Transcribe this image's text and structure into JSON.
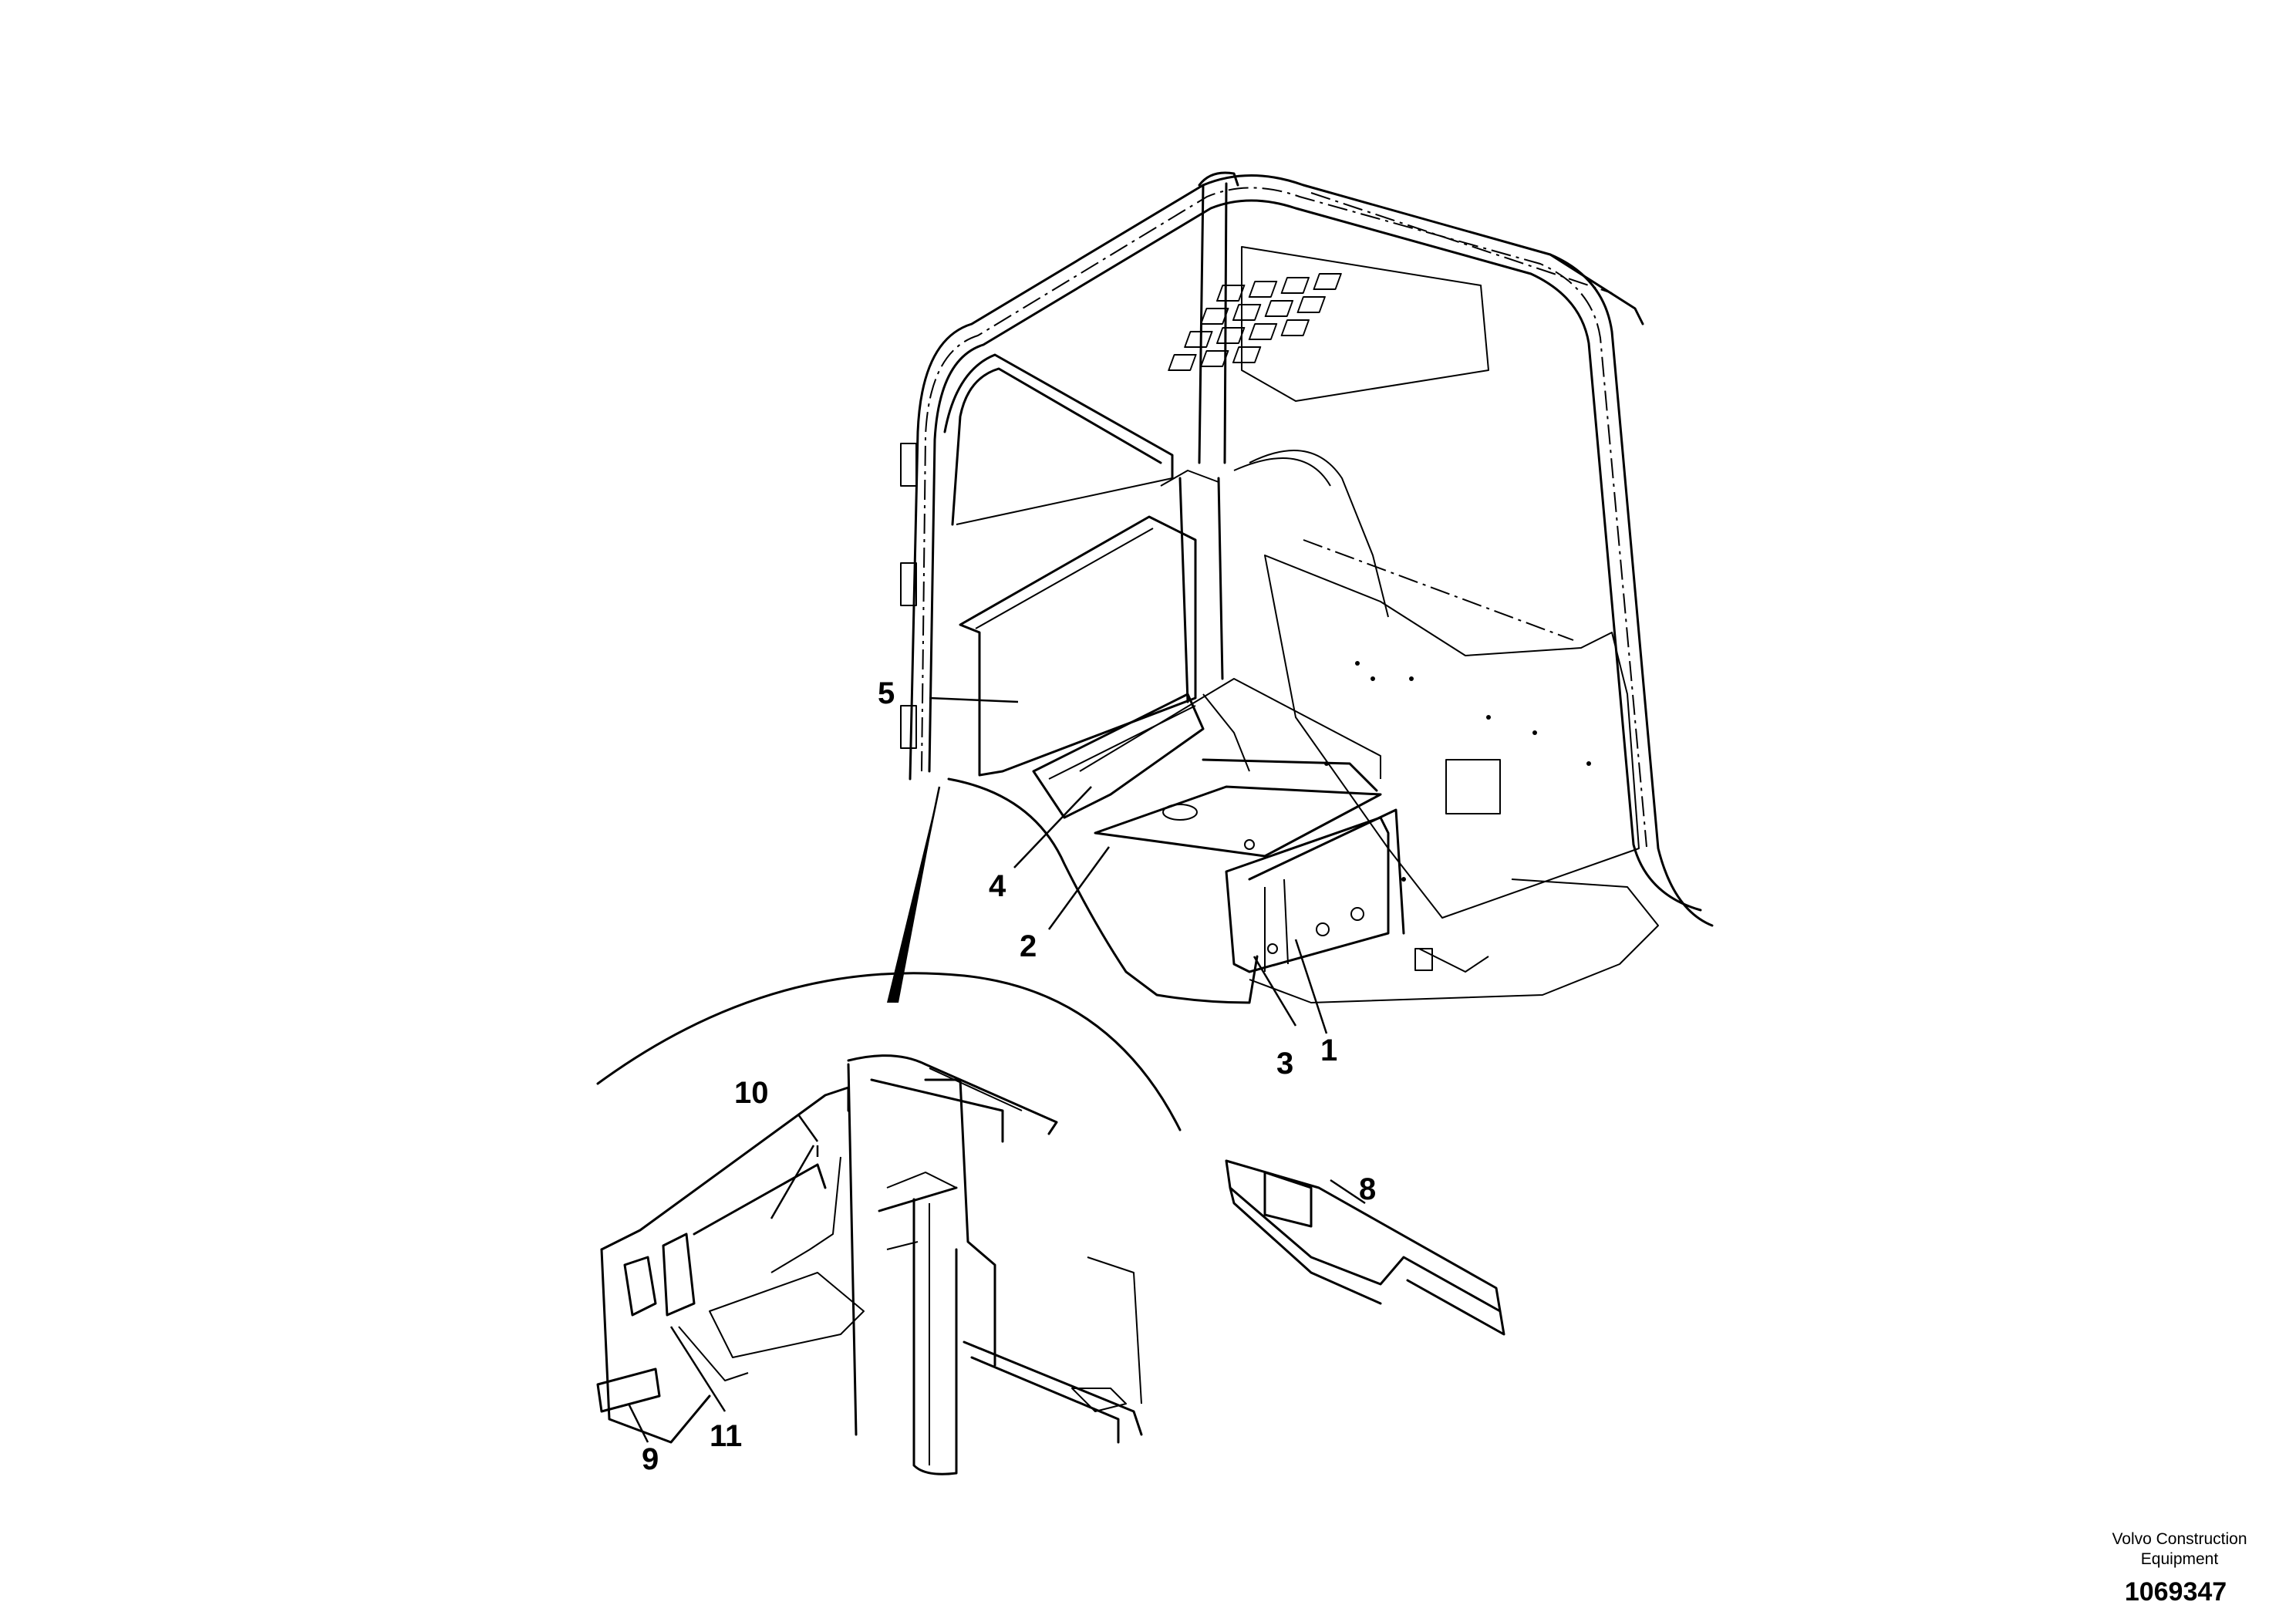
{
  "callouts": [
    {
      "id": "1",
      "label": "1"
    },
    {
      "id": "2",
      "label": "2"
    },
    {
      "id": "3",
      "label": "3"
    },
    {
      "id": "4",
      "label": "4"
    },
    {
      "id": "5",
      "label": "5"
    },
    {
      "id": "8",
      "label": "8"
    },
    {
      "id": "9",
      "label": "9"
    },
    {
      "id": "10",
      "label": "10"
    },
    {
      "id": "11",
      "label": "11"
    }
  ],
  "footer": {
    "company_line1": "Volvo Construction",
    "company_line2": "Equipment",
    "document_number": "1069347"
  }
}
